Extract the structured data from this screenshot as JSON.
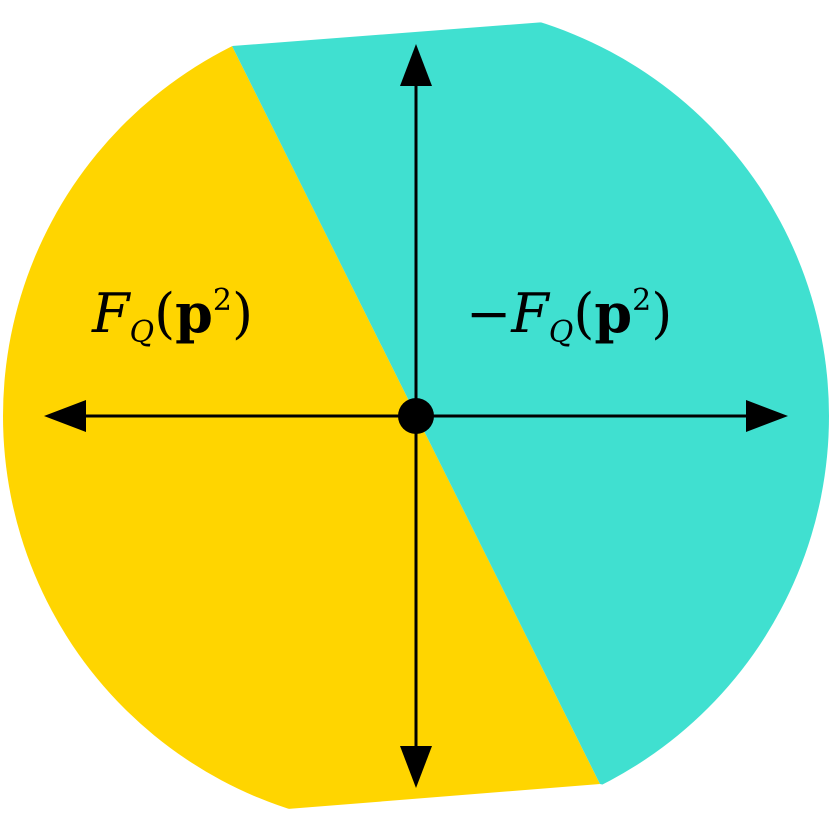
{
  "colors": {
    "left_region": "#FFD500",
    "right_region": "#40E0D0",
    "axes": "#000000",
    "background": "#FFFFFF"
  },
  "labels": {
    "left": {
      "minus": "",
      "script": "F",
      "sub": "Q",
      "open": "(",
      "bold": "p",
      "sup": "2",
      "close": ")"
    },
    "right": {
      "minus": "−",
      "script": "F",
      "sub": "Q",
      "open": "(",
      "bold": "p",
      "sup": "2",
      "close": ")"
    }
  },
  "icons": {
    "axis_arrows": [
      "arrow-up-icon",
      "arrow-down-icon",
      "arrow-left-icon",
      "arrow-right-icon"
    ],
    "origin": "origin-dot-icon"
  }
}
